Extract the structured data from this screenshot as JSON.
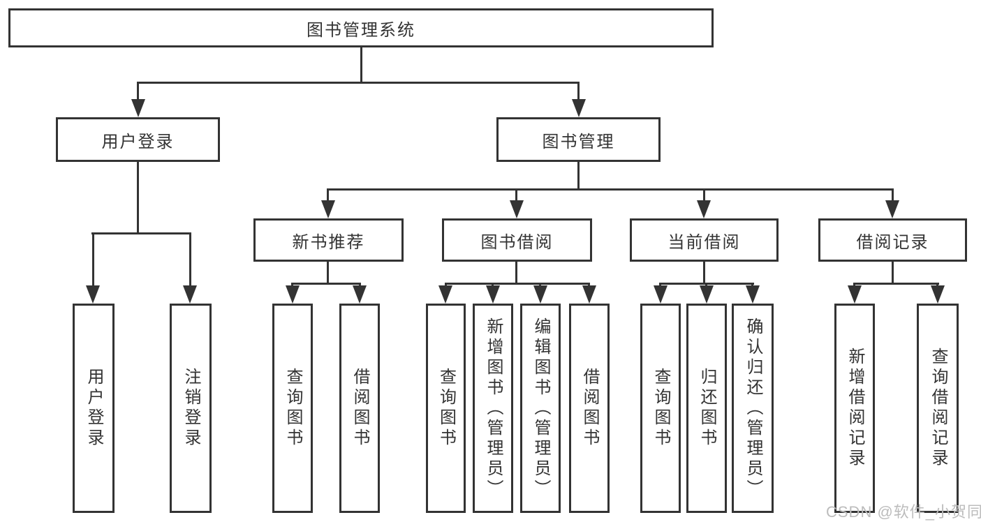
{
  "diagram": {
    "type": "tree-diagram",
    "title": "图书管理系统",
    "hierarchy": {
      "图书管理系统": {
        "用户登录": [
          "用户登录",
          "注销登录"
        ],
        "图书管理": {
          "新书推荐": [
            "查询图书",
            "借阅图书"
          ],
          "图书借阅": [
            "查询图书",
            "新增图书（管理员）",
            "编辑图书（管理员）",
            "借阅图书"
          ],
          "当前借阅": [
            "查询图书",
            "归还图书",
            "确认归还（管理员）"
          ],
          "借阅记录": [
            "新增借阅记录",
            "查询借阅记录"
          ]
        }
      }
    }
  },
  "nodes": {
    "root": "图书管理系统",
    "user_login": "用户登录",
    "book_mgmt": "图书管理",
    "new_book_rec": "新书推荐",
    "book_borrow": "图书借阅",
    "current_borrow": "当前借阅",
    "borrow_records": "借阅记录",
    "ul_login": "用户登录",
    "ul_logout": "注销登录",
    "nb_query": "查询图书",
    "nb_borrow": "借阅图书",
    "bb_query": "查询图书",
    "bb_add": "新增图书（管理员）",
    "bb_edit": "编辑图书（管理员）",
    "bb_borrow": "借阅图书",
    "cb_query": "查询图书",
    "cb_return": "归还图书",
    "cb_confirm": "确认归还（管理员）",
    "br_add": "新增借阅记录",
    "br_query": "查询借阅记录"
  },
  "watermark": {
    "text": "CSDN @软件_小贺同学"
  },
  "colors": {
    "line": "#333333",
    "text": "#333333",
    "background": "#ffffff",
    "watermark": "#bcbcbc"
  }
}
